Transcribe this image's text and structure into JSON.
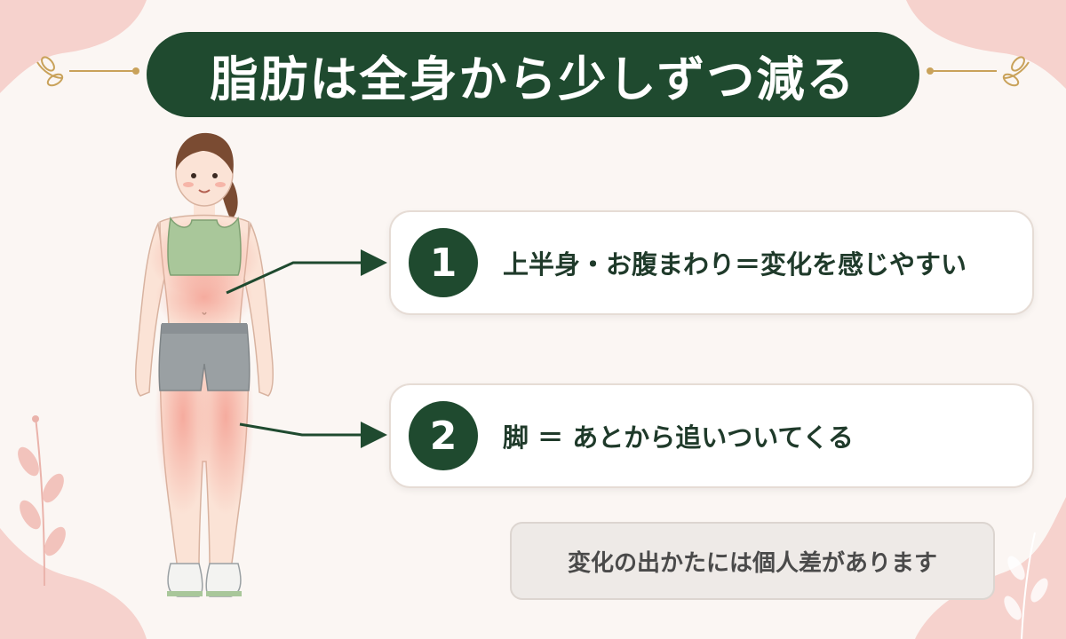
{
  "title": "脂肪は全身から少しずつ減る",
  "points": [
    {
      "number": "1",
      "text": "上半身・お腹まわり＝変化を感じやすい"
    },
    {
      "number": "2",
      "text": "脚 ＝ あとから追いついてくる"
    }
  ],
  "note": "変化の出かたには個人差があります",
  "colors": {
    "accent": "#1f4a2f",
    "background": "#fbf6f3",
    "highlight": "#f4a194",
    "blob": "#f6d2cd"
  }
}
